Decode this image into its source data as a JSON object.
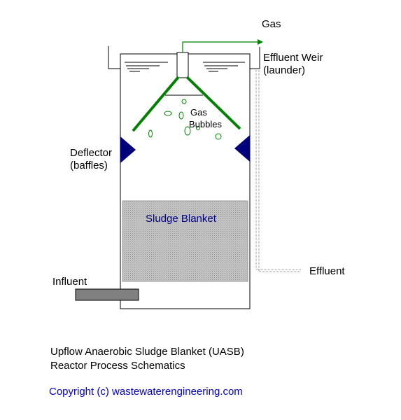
{
  "labels": {
    "gas": "Gas",
    "effluent_weir_line1": "Effluent Weir",
    "effluent_weir_line2": "(launder)",
    "gas_bubbles_line1": "Gas",
    "gas_bubbles_line2": "Bubbles",
    "deflector_line1": "Deflector",
    "deflector_line2": "(baffles)",
    "sludge_blanket": "Sludge Blanket",
    "influent": "Influent",
    "effluent": "Effluent"
  },
  "caption": {
    "line1": "Upflow Anaerobic Sludge Blanket (UASB)",
    "line2": "Reactor Process Schematics"
  },
  "copyright": "Copyright (c) wastewaterengineering.com",
  "colors": {
    "separator": "#008000",
    "deflector": "#00007a",
    "sludge_fill": "#d0d0d0",
    "sludge_label": "#000080",
    "influent_pipe": "#808080",
    "copyright": "#0000cc"
  }
}
